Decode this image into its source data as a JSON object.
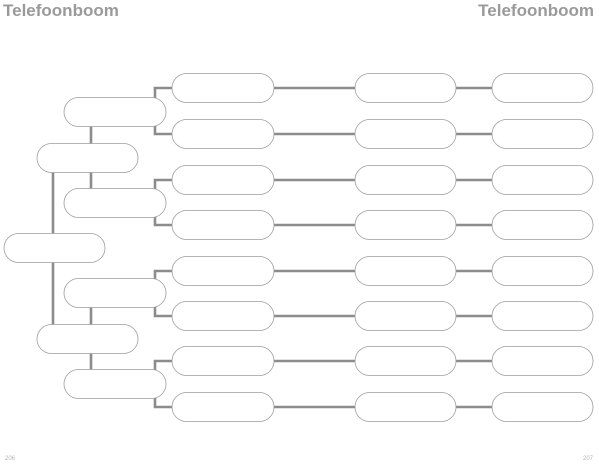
{
  "header": {
    "title_left": "Telefoonboom",
    "title_right": "Telefoonboom"
  },
  "footer": {
    "page_left": "206",
    "page_right": "207"
  },
  "colors": {
    "title": "#9a9a9a",
    "node_border": "#9d9d9d",
    "connector": "#8c8c8c",
    "page_number": "#b4b4b4"
  },
  "tree": {
    "levels": 6,
    "root_children": 2,
    "branch_children": 2,
    "leaf_children": 2,
    "chain_length": 2,
    "node_labels": []
  }
}
